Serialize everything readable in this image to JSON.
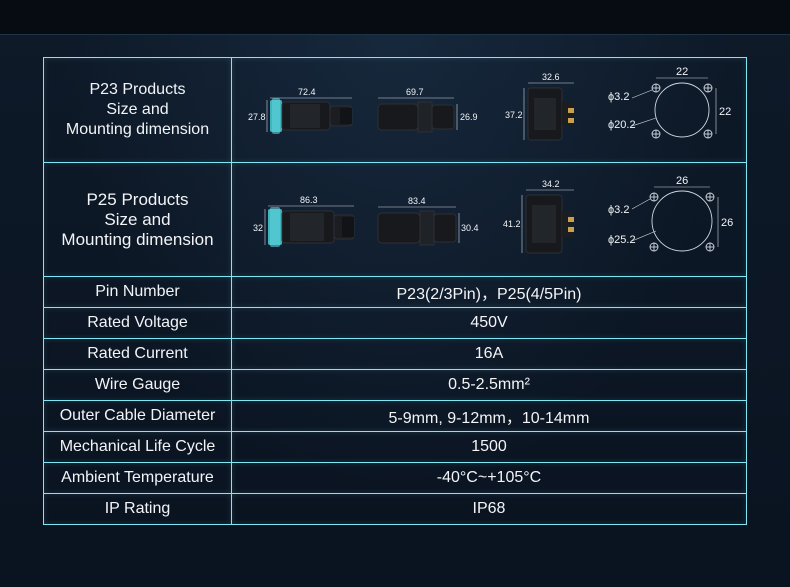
{
  "products": [
    {
      "title_lines": [
        "P23 Products",
        "Size and",
        "Mounting dimension"
      ],
      "dims": {
        "plug_length": "72.4",
        "plug_diameter": "27.8",
        "socket_length": "69.7",
        "socket_diameter": "26.9",
        "panel_width": "32.6",
        "panel_height": "37.2",
        "hole_spacing_h": "22",
        "hole_spacing_v": "22",
        "hole_diameter": "ϕ3.2",
        "cutout_diameter": "ϕ20.2"
      }
    },
    {
      "title_lines": [
        "P25 Products",
        "Size and",
        "Mounting dimension"
      ],
      "dims": {
        "plug_length": "86.3",
        "plug_diameter": "32",
        "socket_length": "83.4",
        "socket_diameter": "30.4",
        "panel_width": "34.2",
        "panel_height": "41.2",
        "hole_spacing_h": "26",
        "hole_spacing_v": "26",
        "hole_diameter": "ϕ3.2",
        "cutout_diameter": "ϕ25.2"
      }
    }
  ],
  "specs": [
    {
      "label": "Pin Number",
      "value": "P23(2/3Pin)，P25(4/5Pin)"
    },
    {
      "label": "Rated Voltage",
      "value": "450V"
    },
    {
      "label": "Rated Current",
      "value": "16A"
    },
    {
      "label": "Wire Gauge",
      "value": "0.5-2.5mm²"
    },
    {
      "label": "Outer Cable Diameter",
      "value": "5-9mm, 9-12mm，10-14mm"
    },
    {
      "label": "Mechanical Life Cycle",
      "value": "1500"
    },
    {
      "label": "Ambient Temperature",
      "value": "-40°C~+105°C"
    },
    {
      "label": "IP Rating",
      "value": "IP68"
    }
  ],
  "colors": {
    "border": "#7fe7f4",
    "background": "#0c1522",
    "accent_teal": "#3fb6bf"
  }
}
